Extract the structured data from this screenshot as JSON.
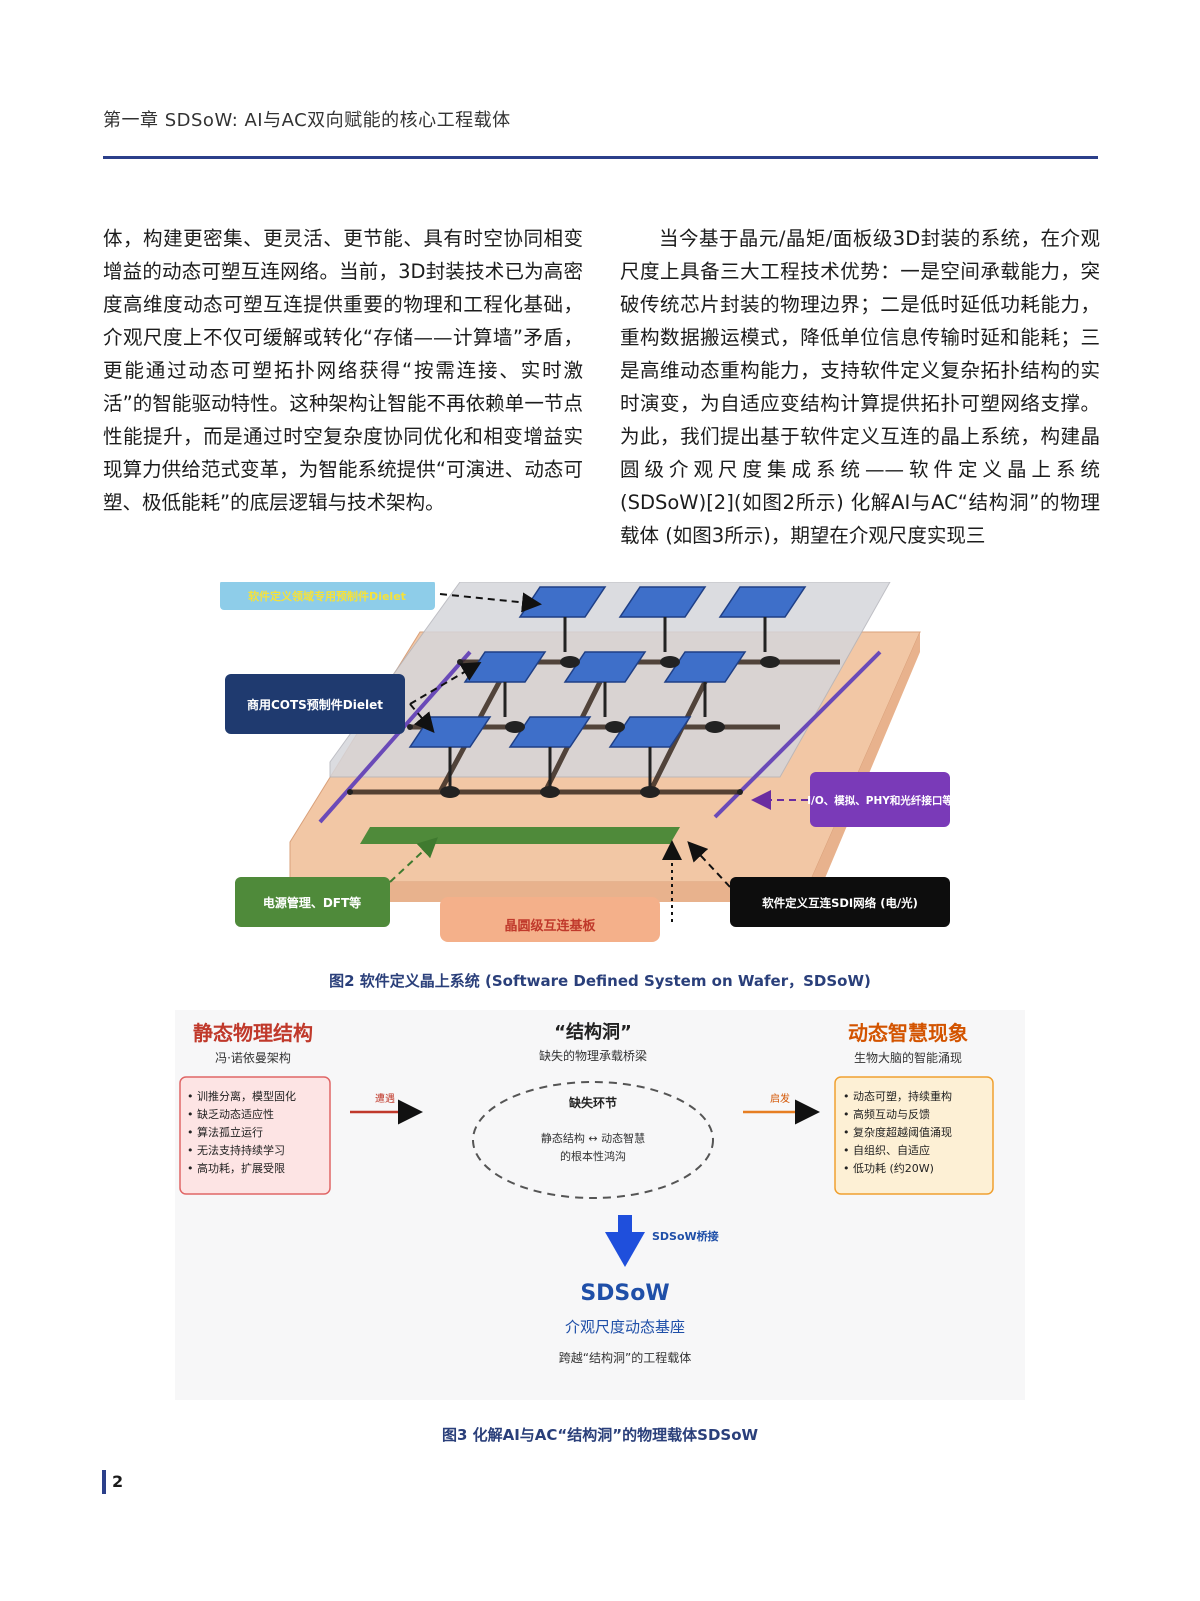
{
  "header": {
    "title": "第一章  SDSoW: AI与AC双向赋能的核心工程载体"
  },
  "body": {
    "left_column": "体，构建更密集、更灵活、更节能、具有时空协同相变增益的动态可塑互连网络。当前，3D封装技术已为高密度高维度动态可塑互连提供重要的物理和工程化基础，介观尺度上不仅可缓解或转化“存储——计算墙”矛盾，更能通过动态可塑拓扑网络获得“按需连接、实时激活”的智能驱动特性。这种架构让智能不再依赖单一节点性能提升，而是通过时空复杂度协同优化和相变增益实现算力供给范式变革，为智能系统提供“可演进、动态可塑、极低能耗”的底层逻辑与技术架构。",
    "right_column": "当今基于晶元/晶矩/面板级3D封装的系统，在介观尺度上具备三大工程技术优势：一是空间承载能力，突破传统芯片封装的物理边界；二是低时延低功耗能力，重构数据搬运模式，降低单位信息传输时延和能耗；三是高维动态重构能力，支持软件定义复杂拓扑结构的实时演变，为自适应变结构计算提供拓扑可塑网络支撑。为此，我们提出基于软件定义互连的晶上系统，构建晶圆级介观尺度集成系统——软件定义晶上系统 (SDSoW)[2](如图2所示) 化解AI与AC“结构洞”的物理载体 (如图3所示)，期望在介观尺度实现三"
  },
  "figure2": {
    "label_top_left": "软件定义领域专用预制件Dielet",
    "label_cots": "商用COTS预制件Dielet",
    "label_io": "I/O、模拟、PHY和光纤接口等",
    "label_power": "电源管理、DFT等",
    "label_substrate": "晶圆级互连基板",
    "label_sdi": "软件定义互连SDI网络 (电/光)",
    "caption": "图2   软件定义晶上系统 (Software Defined System on Wafer，SDSoW)"
  },
  "figure3": {
    "left_title": "静态物理结构",
    "left_sub": "冯·诺依曼架构",
    "left_items": [
      "• 训推分离，模型固化",
      "• 缺乏动态适应性",
      "• 算法孤立运行",
      "• 无法支持持续学习",
      "• 高功耗，扩展受限"
    ],
    "left_arrow_label": "遭遇",
    "center_title": "“结构洞”",
    "center_sub": "缺失的物理承载桥梁",
    "center_node_title": "缺失环节",
    "center_node_line1": "静态结构 ↔ 动态智慧",
    "center_node_line2": "的根本性鸿沟",
    "right_arrow_label": "启发",
    "right_title": "动态智慧现象",
    "right_sub": "生物大脑的智能涌现",
    "right_items": [
      "• 动态可塑，持续重构",
      "• 高频互动与反馈",
      "• 复杂度超越阈值涌现",
      "• 自组织、自适应",
      "• 低功耗 (约20W)"
    ],
    "down_arrow_label": "SDSoW桥接",
    "bottom_title": "SDSoW",
    "bottom_sub": "介观尺度动态基座",
    "bottom_note": "跨越“结构洞”的工程载体",
    "caption": "图3   化解AI与AC“结构洞”的物理载体SDSoW"
  },
  "footer": {
    "page_number": "2"
  },
  "colors": {
    "accent": "#2b3f8a",
    "caption": "#2a3f7a",
    "static_red": "#c0392b",
    "dynamic_orange": "#d35400",
    "sdsow_blue": "#1f4fa8"
  }
}
